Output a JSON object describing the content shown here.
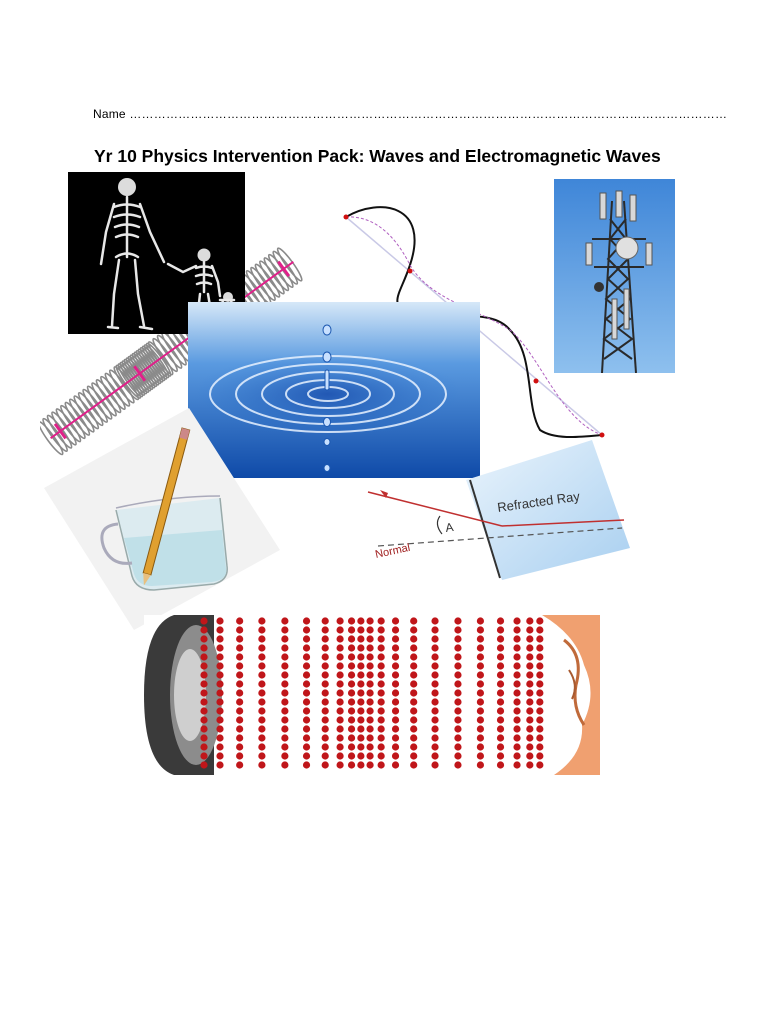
{
  "header": {
    "name_label": "Name",
    "name_dots": "…………………………………………………………………………………………………………………………………",
    "title": "Yr 10 Physics Intervention Pack: Waves and Electromagnetic Waves"
  },
  "images": {
    "xray": {
      "icon": "xray-skeletons-image"
    },
    "slinky": {
      "icon": "slinky-spring-image"
    },
    "ripple": {
      "icon": "water-ripple-image"
    },
    "transverse_wave": {
      "icon": "transverse-wave-diagram"
    },
    "mast": {
      "icon": "phone-mast-image"
    },
    "glass": {
      "icon": "pencil-in-glass-image"
    },
    "refraction": {
      "icon": "refraction-diagram",
      "refracted_label": "Refracted Ray",
      "normal_label": "Normal",
      "angle_a": "A"
    },
    "sound": {
      "icon": "sound-wave-speaker-ear-image"
    }
  },
  "colors": {
    "sky": "#4a8fd6",
    "water": "#1e5fc0",
    "slinky_marker": "#e0208a",
    "particles": "#c0161a",
    "ear": "#f0a070"
  }
}
